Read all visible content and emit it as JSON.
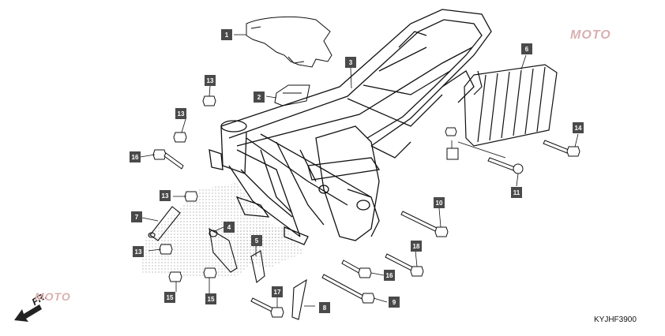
{
  "diagram": {
    "code": "KYJHF3900",
    "front_label": "FR.",
    "watermark_top": "MOTO",
    "watermark_bottom": "MOTO",
    "callouts": [
      {
        "id": "c1",
        "label": "1"
      },
      {
        "id": "c2",
        "label": "2"
      },
      {
        "id": "c3",
        "label": "3"
      },
      {
        "id": "c4",
        "label": "4"
      },
      {
        "id": "c5",
        "label": "5"
      },
      {
        "id": "c6",
        "label": "6"
      },
      {
        "id": "c7",
        "label": "7"
      },
      {
        "id": "c8",
        "label": "8"
      },
      {
        "id": "c9",
        "label": "9"
      },
      {
        "id": "c10",
        "label": "10"
      },
      {
        "id": "c11",
        "label": "11"
      },
      {
        "id": "c13a",
        "label": "13"
      },
      {
        "id": "c13b",
        "label": "13"
      },
      {
        "id": "c13c",
        "label": "13"
      },
      {
        "id": "c13d",
        "label": "13"
      },
      {
        "id": "c14",
        "label": "14"
      },
      {
        "id": "c15a",
        "label": "15"
      },
      {
        "id": "c15b",
        "label": "15"
      },
      {
        "id": "c16a",
        "label": "16"
      },
      {
        "id": "c16b",
        "label": "16"
      },
      {
        "id": "c17",
        "label": "17"
      },
      {
        "id": "c18",
        "label": "18"
      }
    ]
  }
}
